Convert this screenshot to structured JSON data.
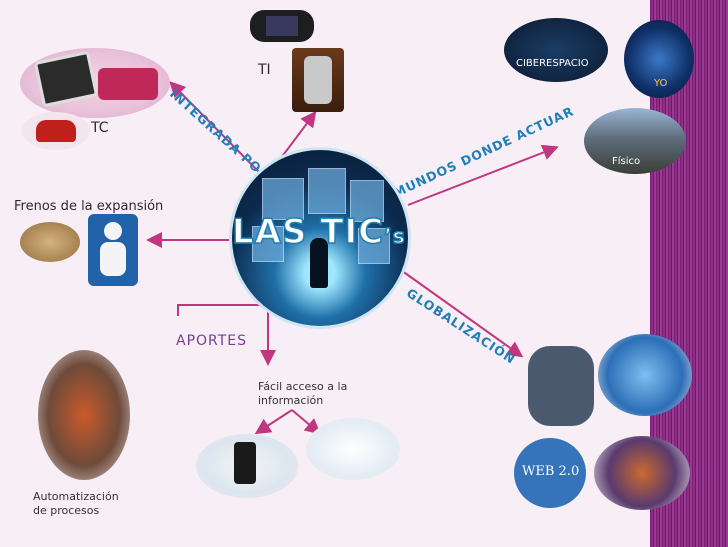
{
  "center": {
    "title": "LAS TIC",
    "suffix": "’s"
  },
  "branches": {
    "integrada_por": "INTEGRADA POR",
    "mundos": "MUNDOS DONDE ACTUAR",
    "globalizacion": "GLOBALIZACIÓN",
    "aportes": "APORTES"
  },
  "labels": {
    "ti": "TI",
    "tc": "TC",
    "frenos": "Frenos de la expansión",
    "facil_acceso": "Fácil acceso a la información",
    "automatizacion": "Automatización de procesos"
  },
  "image_captions": {
    "ciberespacio": "CIBERESPACIO",
    "yo": "YO",
    "fisico": "Físico",
    "web2": "WEB 2.0"
  },
  "colors": {
    "accent": "#1f7fb8",
    "arrow": "#c1367f",
    "stripe": "#8e2f86"
  }
}
